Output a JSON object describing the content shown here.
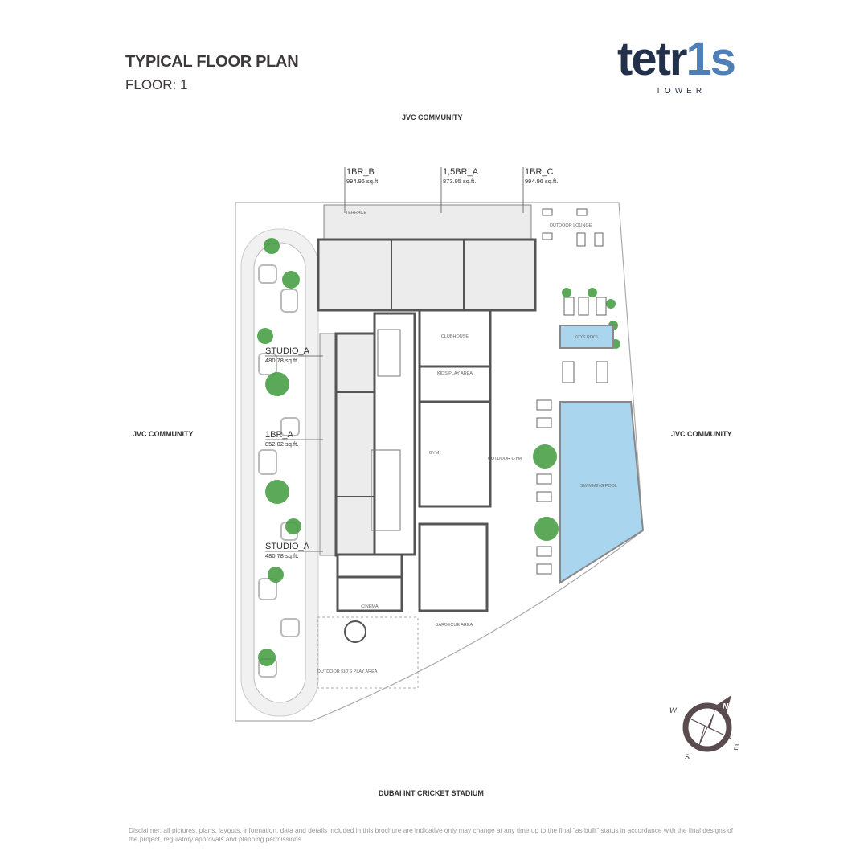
{
  "header": {
    "title": "TYPICAL FLOOR PLAN",
    "floor": "FLOOR: 1"
  },
  "logo": {
    "word_dark": "tetr",
    "word_blue": "1s",
    "sub": "TOWER"
  },
  "colors": {
    "brand_dark": "#22304a",
    "brand_blue": "#4f7fb4",
    "pool": "#a9d6ee",
    "greenery": "#3f9a3c",
    "unit_fill": "#ececec"
  },
  "surroundings": {
    "north": "JVC COMMUNITY",
    "west": "JVC COMMUNITY",
    "east": "JVC COMMUNITY",
    "south": "DUBAI INT CRICKET STADIUM"
  },
  "units_top": [
    {
      "name": "1BR_B",
      "area": "994.96 sq.ft."
    },
    {
      "name": "1,5BR_A",
      "area": "873.95 sq.ft."
    },
    {
      "name": "1BR_C",
      "area": "994.96 sq.ft."
    }
  ],
  "units_left": [
    {
      "name": "STUDIO_A",
      "area": "480.78 sq.ft."
    },
    {
      "name": "1BR_A",
      "area": "852.02 sq.ft."
    },
    {
      "name": "STUDIO_A",
      "area": "480.78 sq.ft."
    }
  ],
  "amenities": {
    "clubhouse": "CLUBHOUSE",
    "kids_play": "KIDS PLAY AREA",
    "gym": "GYM",
    "outdoor_gym": "OUTDOOR GYM",
    "cinema": "CINEMA",
    "bbq": "BARBECUE AREA",
    "outdoor_kids_play": "OUTDOOR KID'S PLAY AREA",
    "outdoor_lounge": "OUTDOOR LOUNGE",
    "kids_pool": "KID'S POOL",
    "swimming_pool": "SWIMMING POOL",
    "terrace": "TERRACE"
  },
  "compass": {
    "n": "N",
    "s": "S",
    "e": "E",
    "w": "W"
  },
  "disclaimer": "Disclaimer: all pictures, plans, layouts, information, data and details included in this brochure are indicative only may change at any time up to the final \"as built\" status in accordance with the final designs of the project, regulatory approvals and planning permissions"
}
